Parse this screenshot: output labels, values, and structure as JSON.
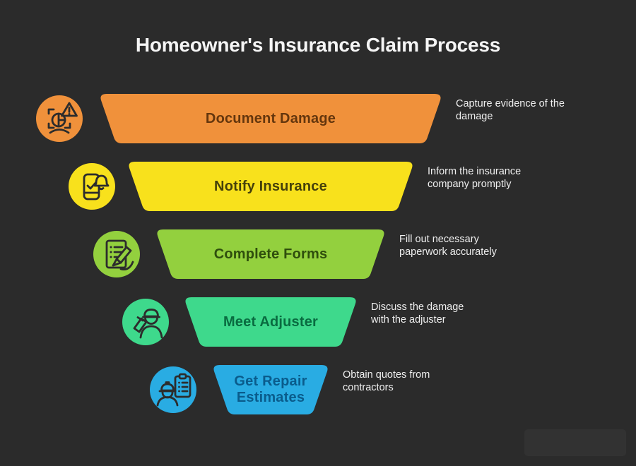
{
  "title": "Homeowner's Insurance Claim Process",
  "colors": {
    "background": "#2b2b2b",
    "title_text": "#f5f5f5",
    "caption_text": "#efefef",
    "watermark_box": "#323232"
  },
  "steps": [
    {
      "label": "Document Damage",
      "description": "Capture evidence of the\ndamage",
      "color": "#f0913b",
      "label_color": "#64360d",
      "icon": "damage-detection-icon"
    },
    {
      "label": "Notify Insurance",
      "description": "Inform the insurance\ncompany promptly",
      "color": "#f8e11c",
      "label_color": "#45400a",
      "icon": "phone-notification-icon"
    },
    {
      "label": "Complete Forms",
      "description": "Fill out necessary\npaperwork accurately",
      "color": "#93d03e",
      "label_color": "#2f4e0d",
      "icon": "form-writing-icon"
    },
    {
      "label": "Meet Adjuster",
      "description": "Discuss the damage\nwith the adjuster",
      "color": "#3ed98c",
      "label_color": "#096b40",
      "icon": "adjuster-meeting-icon"
    },
    {
      "label": "Get Repair\nEstimates",
      "description": "Obtain quotes from\ncontractors",
      "color": "#29ace3",
      "label_color": "#0a5c8c",
      "icon": "contractor-estimate-icon"
    }
  ]
}
